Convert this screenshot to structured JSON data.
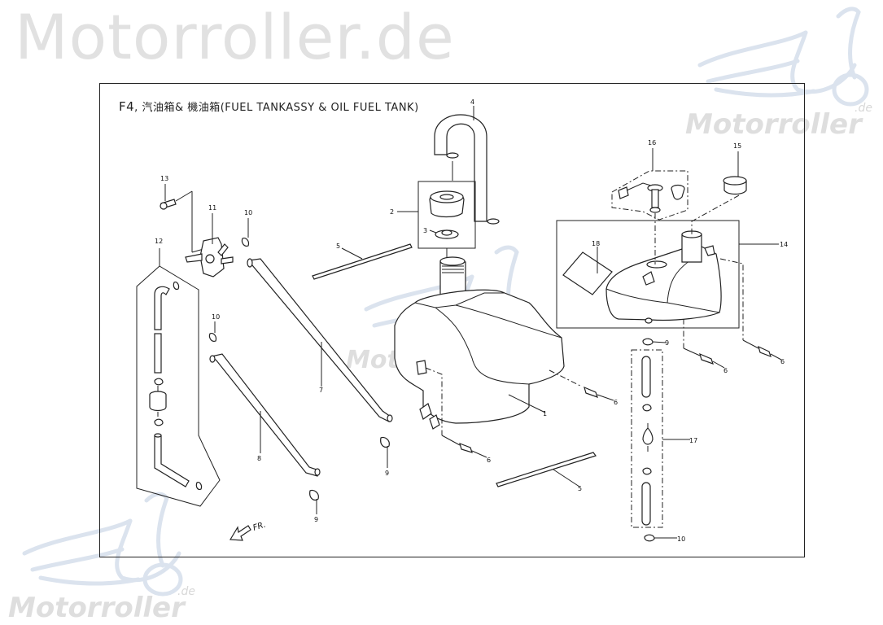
{
  "watermarks": {
    "top_left_text": "Motorroller.de",
    "logo_text": "Motorroller",
    "logo_suffix": ".de"
  },
  "diagram": {
    "code": "F4",
    "separator": ",",
    "title_cn": "汽油箱& 機油箱",
    "title_en": "(FUEL TANKASSY & OIL FUEL TANK)",
    "direction_label": "FR.",
    "callouts": [
      {
        "id": "1",
        "part": "fuel-tank"
      },
      {
        "id": "2",
        "part": "fuel-cap-assy"
      },
      {
        "id": "3",
        "part": "cap-gasket"
      },
      {
        "id": "4",
        "part": "breather-hose"
      },
      {
        "id": "5",
        "part": "rubber-strip"
      },
      {
        "id": "6",
        "part": "bolt"
      },
      {
        "id": "7",
        "part": "fuel-hose"
      },
      {
        "id": "8",
        "part": "fuel-hose"
      },
      {
        "id": "9",
        "part": "hose-clip"
      },
      {
        "id": "10",
        "part": "hose-clip"
      },
      {
        "id": "11",
        "part": "fuel-cock"
      },
      {
        "id": "12",
        "part": "fuel-filter-hose-assy"
      },
      {
        "id": "13",
        "part": "bolt"
      },
      {
        "id": "14",
        "part": "oil-tank-assy"
      },
      {
        "id": "15",
        "part": "oil-tank-cap"
      },
      {
        "id": "16",
        "part": "oil-level-sensor-assy"
      },
      {
        "id": "17",
        "part": "oil-hose-assy"
      },
      {
        "id": "18",
        "part": "label"
      }
    ],
    "labels": {
      "l1": "1",
      "l2": "2",
      "l3": "3",
      "l4": "4",
      "l5a": "5",
      "l5b": "5",
      "l6a": "6",
      "l6b": "6",
      "l6c": "6",
      "l6d": "6",
      "l7": "7",
      "l8": "8",
      "l9a": "9",
      "l9b": "9",
      "l9c": "9",
      "l10a": "10",
      "l10b": "10",
      "l10c": "10",
      "l11": "11",
      "l12": "12",
      "l13": "13",
      "l14": "14",
      "l15": "15",
      "l16": "16",
      "l17": "17",
      "l18": "18"
    }
  }
}
